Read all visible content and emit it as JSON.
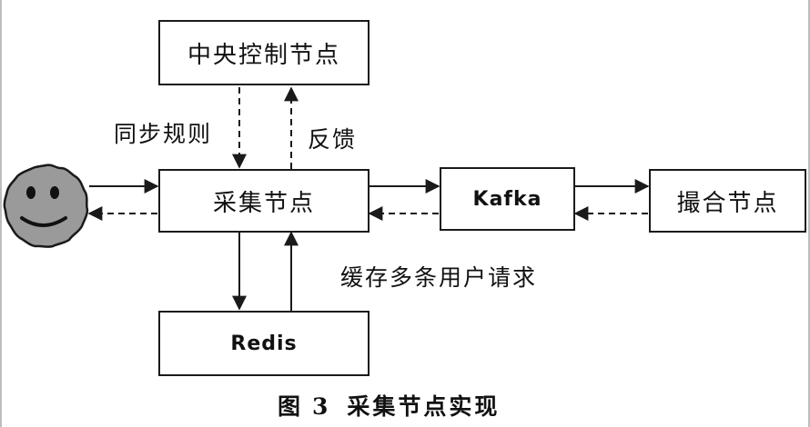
{
  "nodes": {
    "central": "中央控制节点",
    "collector": "采集节点",
    "kafka": "Kafka",
    "match": "撮合节点",
    "redis": "Redis"
  },
  "edge_labels": {
    "sync_rules": "同步规则",
    "feedback": "反馈",
    "cache_requests": "缓存多条用户请求"
  },
  "caption": {
    "prefix": "图",
    "number": "3",
    "title": "采集节点实现"
  },
  "icons": {
    "user": "smiley-face-icon"
  },
  "colors": {
    "stroke": "#1a1a1a",
    "face_fill": "#9a9a9a",
    "background": "#ffffff"
  }
}
